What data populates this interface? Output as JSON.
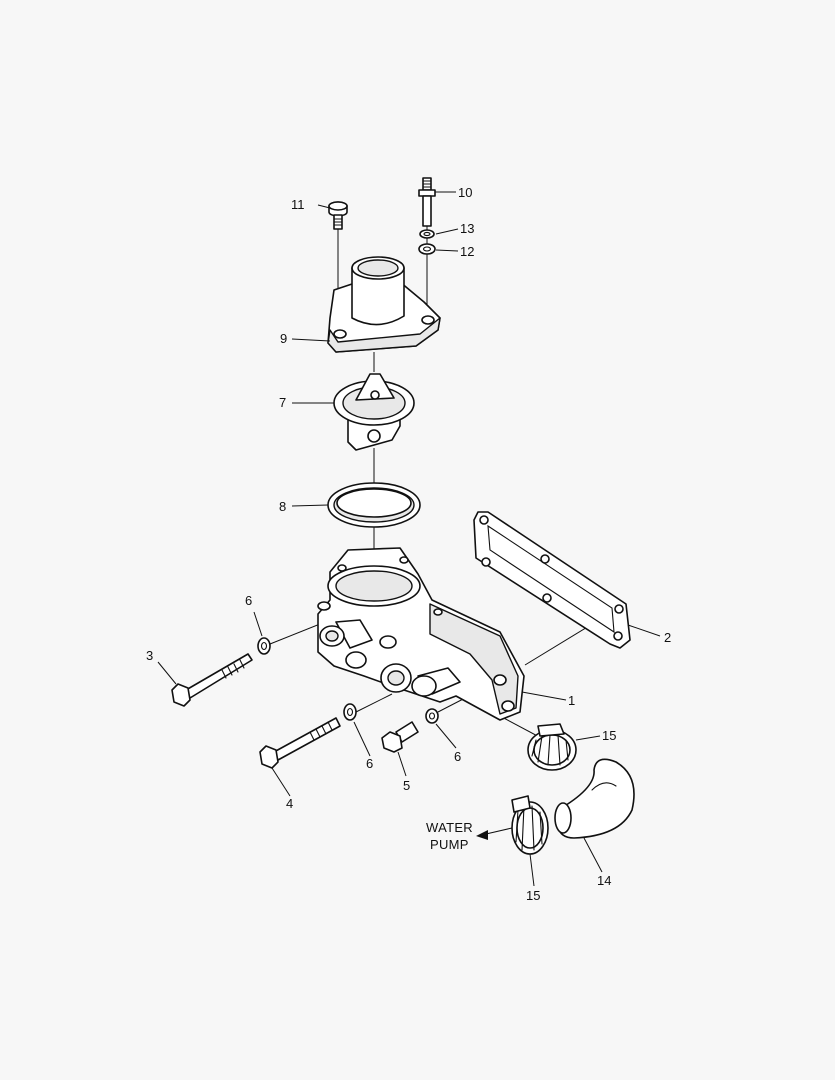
{
  "diagram": {
    "callouts": {
      "c1": "1",
      "c2": "2",
      "c3": "3",
      "c4": "4",
      "c5": "5",
      "c6a": "6",
      "c6b": "6",
      "c6c": "6",
      "c7": "7",
      "c8": "8",
      "c9": "9",
      "c10": "10",
      "c11": "11",
      "c12": "12",
      "c13": "13",
      "c14": "14",
      "c15a": "15",
      "c15b": "15"
    },
    "direction_label": {
      "line1": "WATER",
      "line2": "PUMP"
    }
  }
}
